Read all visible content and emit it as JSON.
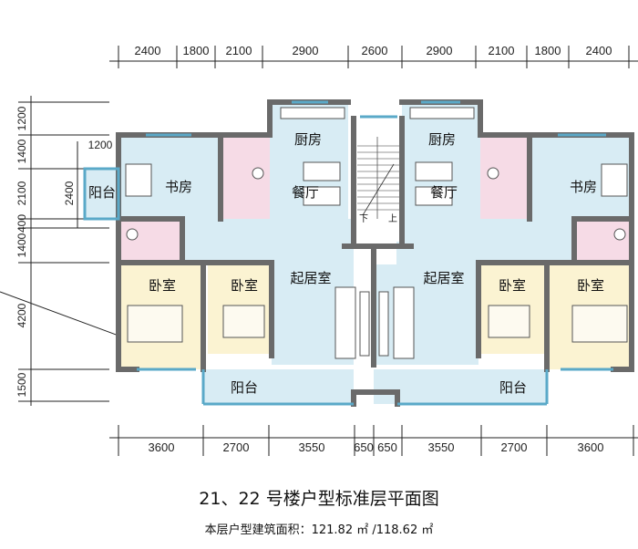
{
  "top_dims": [
    "2400",
    "1800",
    "2100",
    "2900",
    "2600",
    "2900",
    "2100",
    "1800",
    "2400"
  ],
  "bottom_dims": [
    "3600",
    "2700",
    "3550",
    "650",
    "650",
    "3550",
    "2700",
    "3600"
  ],
  "left_dims": [
    "1200",
    "1400",
    "2100",
    "400",
    "1400",
    "4200",
    "1500"
  ],
  "left_inner_dims": [
    "1200",
    "2400"
  ],
  "rooms": {
    "study_left": "书房",
    "study_right": "书房",
    "kitchen_left": "厨房",
    "kitchen_right": "厨房",
    "dining_left": "餐厅",
    "dining_right": "餐厅",
    "living_left": "起居室",
    "living_right": "起居室",
    "bedroom1_left": "卧室",
    "bedroom2_left": "卧室",
    "bedroom1_right": "卧室",
    "bedroom2_right": "卧室",
    "balcony_small": "阳台",
    "balcony_left": "阳台",
    "balcony_right": "阳台"
  },
  "stairs": {
    "down": "下",
    "up": "上"
  },
  "title": "21、22 号楼户型标准层平面图",
  "subtitle": "本层户型建筑面积：121.82 ㎡ /118.62 ㎡",
  "colors": {
    "blue_room": "#d8ecf4",
    "pink_room": "#f6dbe6",
    "yellow_room": "#fbf3d2",
    "wall": "#6a6a6a",
    "window": "#5aa9c8"
  }
}
